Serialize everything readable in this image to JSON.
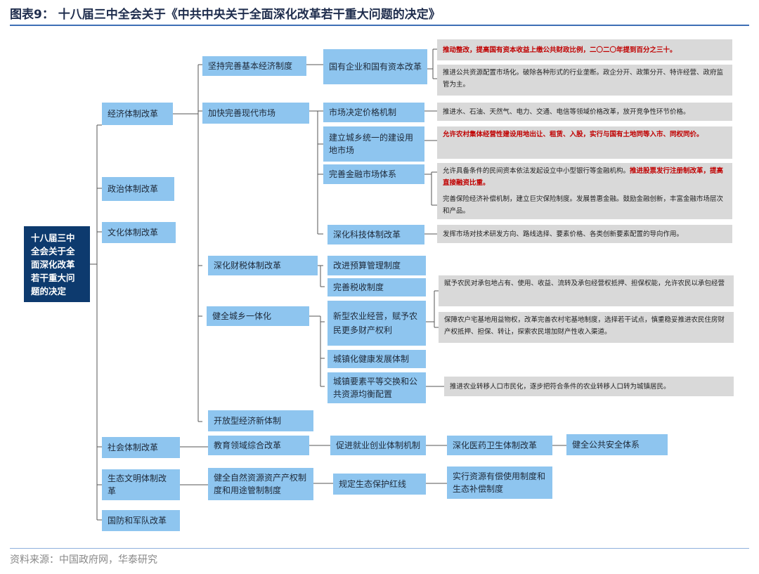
{
  "header": {
    "title": "图表9： 十八届三中全会关于《中共中央关于全面深化改革若干重大问题的决定》"
  },
  "footer": {
    "source": "资料来源：中国政府网，华泰研究"
  },
  "root": {
    "label": "十八届三中全会关于全面深化改革若干重大问题的决定"
  },
  "level1": {
    "economy": "经济体制改革",
    "politics": "政治体制改革",
    "culture": "文化体制改革",
    "society": "社会体制改革",
    "ecology": "生态文明体制改革",
    "defense": "国防和军队改革"
  },
  "level2": {
    "basic_system": "坚持完善基本经济制度",
    "market": "加快完善现代市场",
    "fiscal": "深化财税体制改革",
    "urban_rural": "健全城乡一体化",
    "open_economy": "开放型经济新体制",
    "education": "教育领域综合改革",
    "resources": "健全自然资源资产产权制度和用途管制制度"
  },
  "level3": {
    "soe": "国有企业和国有资本改革",
    "pricing": "市场决定价格机制",
    "land_market": "建立城乡统一的建设用地市场",
    "finance": "完善金融市场体系",
    "tech": "深化科技体制改革",
    "budget": "改进预算管理制度",
    "tax": "完善税收制度",
    "agri": "新型农业经营，赋予农民更多财产权利",
    "urbanization": "城镇化健康发展体制",
    "factors": "城镇要素平等交换和公共资源均衡配置",
    "employment": "促进就业创业体制机制",
    "medical": "深化医药卫生体制改革",
    "public_safety": "健全公共安全体系",
    "eco_redline": "规定生态保护红线",
    "compensation": "实行资源有偿使用制度和生态补偿制度"
  },
  "notes": {
    "soe_1": "推动整改，提高国有资本收益上缴公共财政比例，二〇二〇年提到百分之三十。",
    "soe_2": "推进公共资源配置市场化。破除各种形式的行业垄断。政企分开、政策分开、特许经营、政府监管为主。",
    "pricing": "推进水、石油、天然气、电力、交通、电信等领域价格改革，放开竞争性环节价格。",
    "land": "允许农村集体经营性建设用地出让、租赁、入股，实行与国有土地同等入市、同权同价。",
    "finance_1a": "允许具备条件的民间资本依法发起设立中小型银行等金融机构。",
    "finance_1b": "推进股票发行注册制改革，提高直接融资比重。",
    "finance_2": "完善保险经济补偿机制，建立巨灾保险制度。发展普惠金融。鼓励金融创新，丰富金融市场层次和产品。",
    "tech": "发挥市场对技术研发方向、路线选择、要素价格、各类创新要素配置的导向作用。",
    "agri_1": "赋予农民对承包地占有、使用、收益、流转及承包经营权抵押、担保权能，允许农民以承包经营",
    "agri_2": "保障农户宅基地用益物权，改革完善农村宅基地制度，选择若干试点，慎重稳妥推进农民住房财产权抵押、担保、转让，探索农民增加财产性收入渠道。",
    "factors": "推进农业转移人口市民化，逐步把符合条件的农业转移人口转为城镇居民。"
  },
  "colors": {
    "box": "#8ec5ef",
    "root": "#0d3a6e",
    "note": "#d9d9d9",
    "highlight": "#c00000",
    "line": "#555555"
  }
}
